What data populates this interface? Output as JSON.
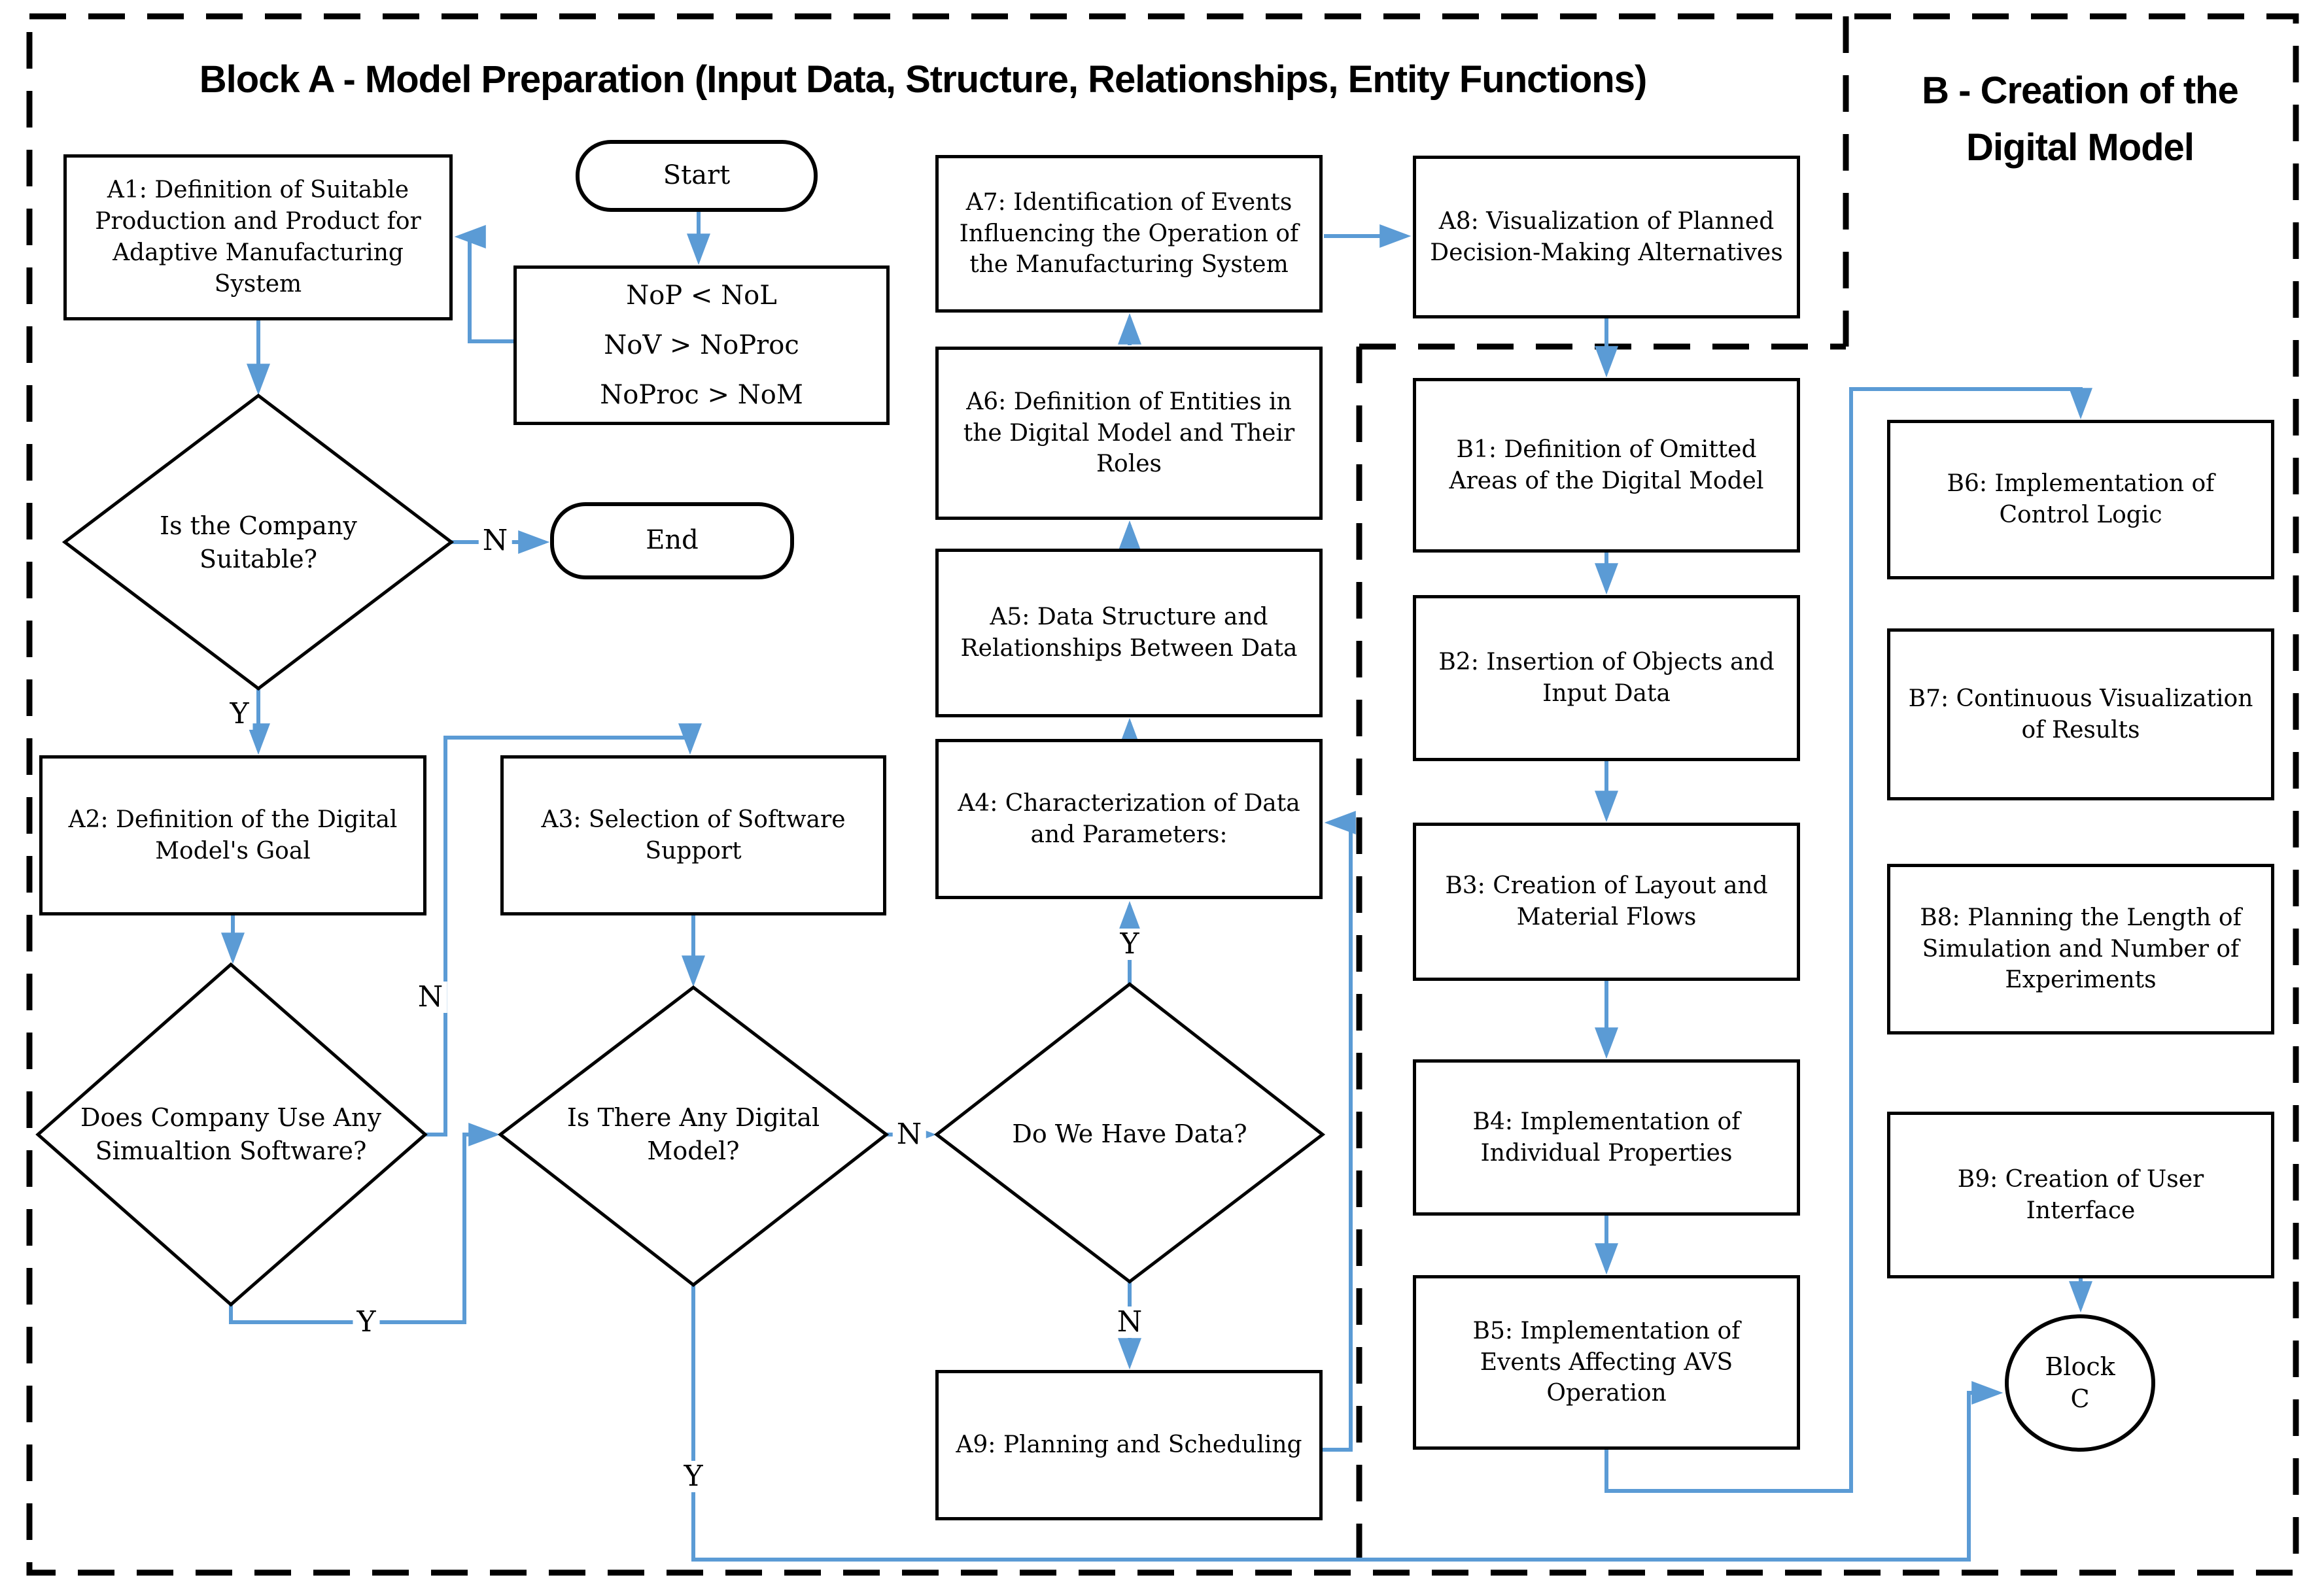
{
  "titles": {
    "block_a": "Block A - Model Preparation (Input Data, Structure, Relationships, Entity Functions)",
    "block_b": "B - Creation of the\nDigital Model"
  },
  "colors": {
    "arrow": "#5B9BD5",
    "outline": "#000000"
  },
  "nodes": {
    "start": "Start",
    "end": "End",
    "constraints": "NoP < NoL\nNoV > NoProc\nNoProc > NoM",
    "a1": "A1: Definition of Suitable Production and Product for Adaptive Manufacturing System",
    "a2": "A2: Definition of the Digital Model's Goal",
    "a3": "A3: Selection of Software Support",
    "a4": "A4: Characterization of Data and Parameters:",
    "a5": "A5: Data Structure and Relationships Between Data",
    "a6": "A6: Definition of Entities in the Digital Model and Their Roles",
    "a7": "A7: Identification of Events Influencing the Operation of the Manufacturing System",
    "a8": "A8: Visualization of Planned Decision-Making Alternatives",
    "a9": "A9: Planning and Scheduling",
    "b1": "B1: Definition of Omitted Areas of the Digital Model",
    "b2": "B2: Insertion of Objects and Input Data",
    "b3": "B3: Creation of Layout and Material Flows",
    "b4": "B4: Implementation of Individual Properties",
    "b5": "B5: Implementation of Events Affecting AVS Operation",
    "b6": "B6: Implementation of Control Logic",
    "b7": "B7: Continuous Visualization of Results",
    "b8": "B8: Planning the Length of Simulation and Number of Experiments",
    "b9": "B9: Creation of User Interface",
    "block_c": "Block\nC"
  },
  "decisions": {
    "d1": "Is the Company Suitable?",
    "d2": "Does Company Use Any Simualtion Software?",
    "d3": "Is There Any Digital Model?",
    "d4": "Do We Have Data?"
  },
  "edge_labels": {
    "d1_no": "N",
    "d1_yes": "Y",
    "d2_no": "N",
    "d2_yes": "Y",
    "d3_no": "N",
    "d3_yes": "Y",
    "d4_yes": "Y",
    "d4_no": "N"
  }
}
